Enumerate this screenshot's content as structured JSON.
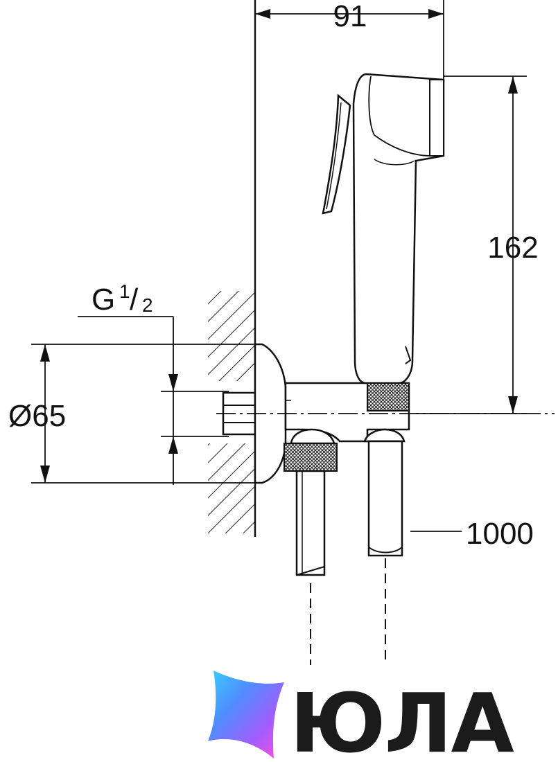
{
  "dimensions": {
    "width_label": "91",
    "height_label": "162",
    "thread_label_main": "G",
    "thread_label_num": "1",
    "thread_label_sep": "/",
    "thread_label_den": "2",
    "diameter_label": "Ø65",
    "hose_label": "1000"
  },
  "brand": {
    "name": "ЮЛА",
    "gradient_colors": [
      "#3ad0ff",
      "#4f8dff",
      "#a35cff",
      "#ff4fd8"
    ]
  },
  "colors": {
    "line": "#111111",
    "knurl": "#444444",
    "fill": "#ffffff"
  }
}
